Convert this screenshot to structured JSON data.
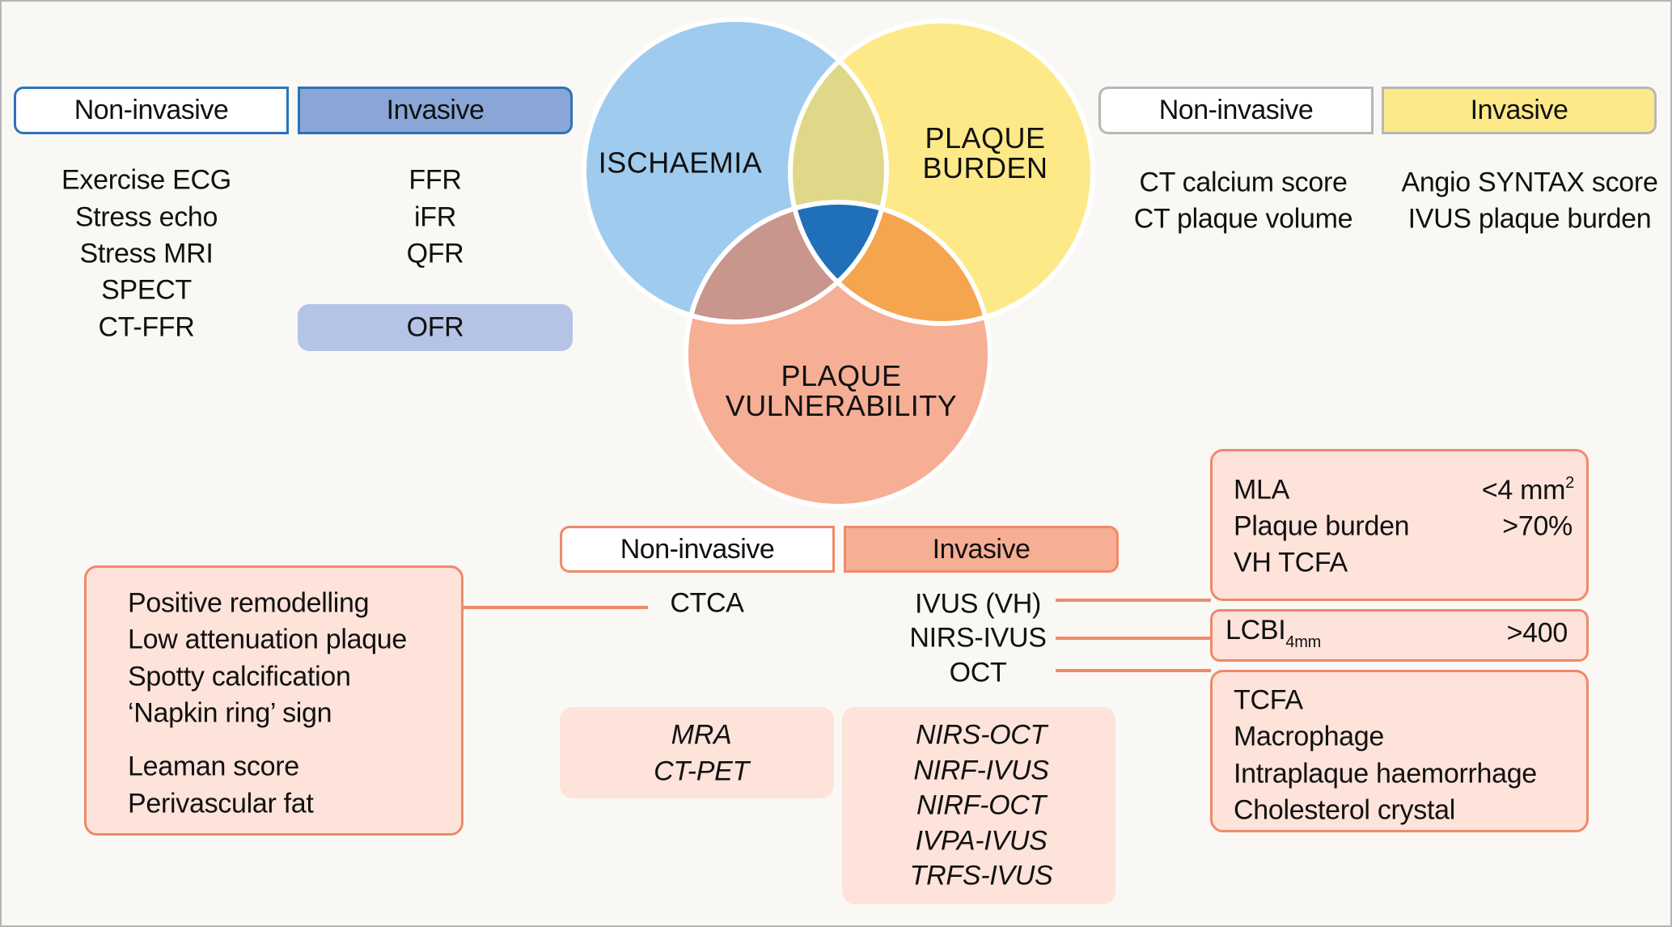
{
  "venn": {
    "ischaemia": {
      "label": "ISCHAEMIA",
      "color": "#9fcbee"
    },
    "plaque_burden": {
      "label_line1": "PLAQUE",
      "label_line2": "BURDEN",
      "color": "#fee989"
    },
    "plaque_vulnerability": {
      "label_line1": "PLAQUE",
      "label_line2": "VULNERABILITY",
      "color": "#f6ae95"
    },
    "overlap_ischaemia_burden_color": "#e0d889",
    "overlap_ischaemia_vulnerability_color": "#c8968d",
    "overlap_burden_vulnerability_color": "#f5a54e",
    "overlap_all_color": "#1f70b8"
  },
  "ischaemia_panel": {
    "noninvasive_header": "Non-invasive",
    "invasive_header": "Invasive",
    "noninvasive_items": [
      "Exercise ECG",
      "Stress echo",
      "Stress MRI",
      "SPECT",
      "CT-FFR"
    ],
    "invasive_items": [
      "FFR",
      "iFR",
      "QFR"
    ],
    "invasive_highlight": "OFR"
  },
  "burden_panel": {
    "noninvasive_header": "Non-invasive",
    "invasive_header": "Invasive",
    "noninvasive_items": [
      "CT calcium score",
      "CT plaque volume"
    ],
    "invasive_items": [
      "Angio SYNTAX score",
      "IVUS plaque burden"
    ]
  },
  "vulnerability_panel": {
    "noninvasive_header": "Non-invasive",
    "invasive_header": "Invasive",
    "noninvasive_item": "CTCA",
    "invasive_items": [
      "IVUS (VH)",
      "NIRS-IVUS",
      "OCT"
    ],
    "noninvasive_emerging": [
      "MRA",
      "CT-PET"
    ],
    "invasive_emerging": [
      "NIRS-OCT",
      "NIRF-IVUS",
      "NIRF-OCT",
      "IVPA-IVUS",
      "TRFS-IVUS"
    ],
    "ctca_features": [
      "Positive remodelling",
      "Low attenuation plaque",
      "Spotty calcification",
      "‘Napkin ring’ sign"
    ],
    "ctca_scores": [
      "Leaman score",
      "Perivascular fat"
    ],
    "ivus_criteria": [
      {
        "label": "MLA",
        "value": "<4 mm",
        "sup": "2"
      },
      {
        "label": "Plaque burden",
        "value": ">70%"
      },
      {
        "label": "VH TCFA",
        "value": ""
      }
    ],
    "nirs_criteria": {
      "label": "LCBI",
      "sub": "4mm",
      "value": ">400"
    },
    "oct_criteria": [
      "TCFA",
      "Macrophage",
      "Intraplaque haemorrhage",
      "Cholesterol crystal"
    ]
  }
}
